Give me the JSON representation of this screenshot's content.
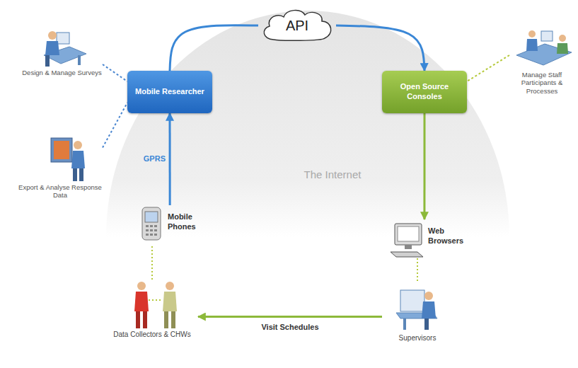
{
  "diagram": {
    "nodes": [
      {
        "text": [
          "Design & Manage Surveys"
        ]
      },
      {
        "text": [
          "Export & Analyse Response Data"
        ]
      },
      {
        "text": [
          "Mobile Researcher"
        ]
      },
      {
        "text": [
          "API"
        ]
      },
      {
        "text": [
          "Open Source Consoles"
        ]
      },
      {
        "text": [
          "Manage Staff Participants & Processes"
        ]
      },
      {
        "text": [
          "Mobile Phones"
        ]
      },
      {
        "text": [
          "Web Browsers"
        ]
      },
      {
        "text": [
          "Data Collectors & CHWs"
        ]
      },
      {
        "text": [
          "Supervisors"
        ]
      }
    ],
    "edges": [
      {
        "from": 2,
        "to": 3,
        "arrow": "none"
      },
      {
        "from": 3,
        "to": 4,
        "arrow": "to"
      },
      {
        "from": 4,
        "to": 7,
        "arrow": "to"
      },
      {
        "from": 9,
        "to": 8,
        "label": "Visit Schedules",
        "arrow": "to"
      },
      {
        "from": 6,
        "to": 2,
        "label": "GPRS",
        "arrow": "to"
      },
      {
        "from": 0,
        "to": 2,
        "arrow": "none"
      },
      {
        "from": 1,
        "to": 2,
        "arrow": "none"
      },
      {
        "from": 5,
        "to": 4,
        "arrow": "none"
      },
      {
        "from": 8,
        "to": 6,
        "arrow": "none"
      },
      {
        "from": 7,
        "to": 9,
        "arrow": "none"
      }
    ],
    "labels": [
      "The Internet"
    ]
  }
}
